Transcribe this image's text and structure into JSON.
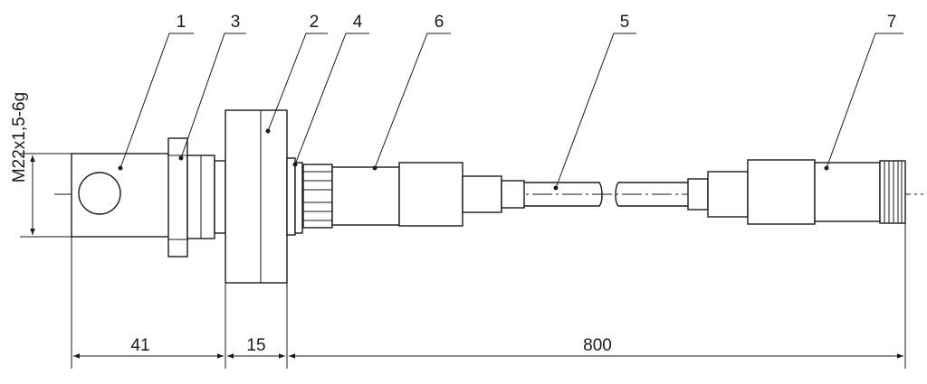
{
  "parts": [
    {
      "number": "1"
    },
    {
      "number": "3"
    },
    {
      "number": "2"
    },
    {
      "number": "4"
    },
    {
      "number": "6"
    },
    {
      "number": "5"
    },
    {
      "number": "7"
    }
  ],
  "dimensions": {
    "thread": "M22x1,5-6g",
    "segments": [
      "41",
      "15",
      "800"
    ]
  }
}
